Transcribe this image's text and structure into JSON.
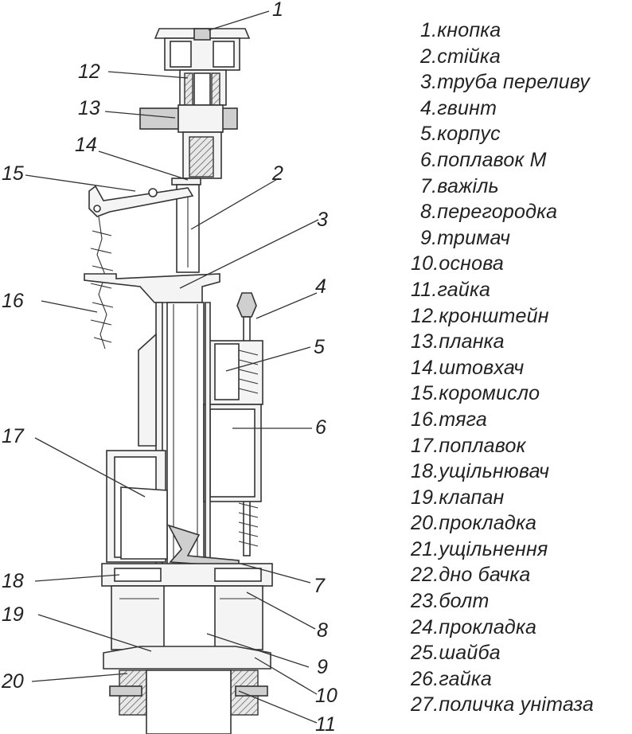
{
  "callout_numbers": [
    "1",
    "2",
    "3",
    "4",
    "5",
    "6",
    "7",
    "8",
    "9",
    "10",
    "11",
    "12",
    "13",
    "14",
    "15",
    "16",
    "17",
    "18",
    "19",
    "20"
  ],
  "legend": [
    {
      "n": "1.",
      "label": "кнопка"
    },
    {
      "n": "2.",
      "label": "стійка"
    },
    {
      "n": "3.",
      "label": "труба переливу"
    },
    {
      "n": "4.",
      "label": "гвинт"
    },
    {
      "n": "5.",
      "label": "корпус"
    },
    {
      "n": "6.",
      "label": "поплавок М"
    },
    {
      "n": "7.",
      "label": "важіль"
    },
    {
      "n": "8.",
      "label": "перегородка"
    },
    {
      "n": "9.",
      "label": "тримач"
    },
    {
      "n": "10.",
      "label": "основа"
    },
    {
      "n": "11.",
      "label": "гайка"
    },
    {
      "n": "12.",
      "label": "кронштейн"
    },
    {
      "n": "13.",
      "label": "планка"
    },
    {
      "n": "14.",
      "label": "штовхач"
    },
    {
      "n": "15.",
      "label": "коромисло"
    },
    {
      "n": "16.",
      "label": "тяга"
    },
    {
      "n": "17.",
      "label": "поплавок"
    },
    {
      "n": "18.",
      "label": "ущільнювач"
    },
    {
      "n": "19.",
      "label": "клапан"
    },
    {
      "n": "20.",
      "label": "прокладка"
    },
    {
      "n": "21.",
      "label": "ущільнення"
    },
    {
      "n": "22.",
      "label": "дно бачка"
    },
    {
      "n": "23.",
      "label": "болт"
    },
    {
      "n": "24.",
      "label": "прокладка"
    },
    {
      "n": "25.",
      "label": "шайба"
    },
    {
      "n": "26.",
      "label": "гайка"
    },
    {
      "n": "27.",
      "label": "поличка унітаза"
    }
  ]
}
